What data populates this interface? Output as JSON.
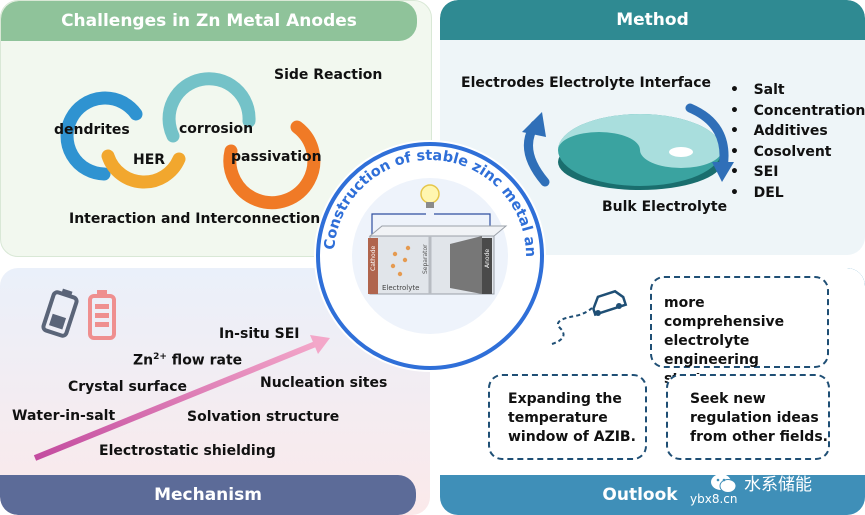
{
  "panels": {
    "challenges": {
      "title": "Challenges in Zn Metal Anodes",
      "labels": {
        "side_reaction": "Side Reaction",
        "dendrites": "dendrites",
        "corrosion": "corrosion",
        "her": "HER",
        "passivation": "passivation",
        "interaction": "Interaction and Interconnection"
      }
    },
    "method": {
      "title": "Method",
      "interface": "Electrodes Electrolyte Interface",
      "bulk": "Bulk Electrolyte",
      "bullets": [
        "Salt",
        "Concentration",
        "Additives",
        "Cosolvent",
        "SEI",
        "DEL"
      ]
    },
    "mechanism": {
      "title": "Mechanism",
      "labels": {
        "in_situ_sei": "In-situ SEI",
        "zn_flow_prefix": "Zn",
        "zn_flow_sup": "2+",
        "zn_flow_suffix": " flow rate",
        "crystal": "Crystal surface",
        "nucleation": "Nucleation sites",
        "water_in_salt": "Water-in-salt",
        "solvation": "Solvation structure",
        "electrostatic": "Electrostatic shielding"
      }
    },
    "outlook": {
      "title": "Outlook",
      "box1": [
        "more comprehensive",
        "electrolyte engineering",
        "strategy."
      ],
      "box2": [
        "Expanding the",
        "temperature",
        "window of AZIB."
      ],
      "box3": [
        "Seek new",
        "regulation ideas",
        "from other fields."
      ]
    }
  },
  "center": {
    "title": "Construction of stable zinc metal anode for aqueous zinc ion batteries",
    "cathode": "Cathode",
    "separator": "Separator",
    "anode": "Anode",
    "electrolyte": "Electrolyte"
  },
  "watermark": {
    "site": "ybx8.cn",
    "brand": "水系储能"
  },
  "colors": {
    "green_header": "#8fc39a",
    "teal_header": "#2f8a92",
    "mechanism_header": "#5c6b98",
    "outlook_bg": "#3f8fb8",
    "ring_teal": "#74c2c8",
    "ring_orange": "#f07a26",
    "ring_blue": "#2f93d1",
    "ring_yellow": "#f2a72e",
    "arrow_blue": "#2f6fb8",
    "arrow_pink": "#e57fb9"
  }
}
